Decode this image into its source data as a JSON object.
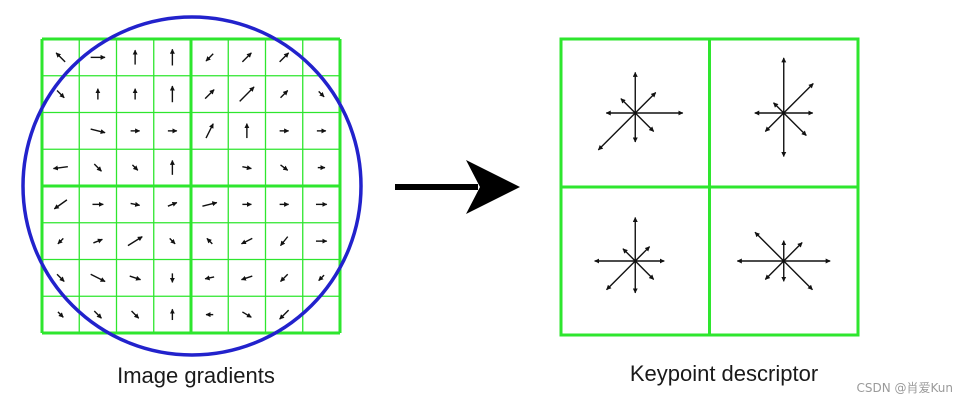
{
  "left_panel": {
    "caption": "Image gradients",
    "grid": {
      "cells": 8,
      "subregions": 2
    },
    "gradients": [
      [
        [
          -0.5,
          -0.5
        ],
        [
          0.8,
          0
        ],
        [
          0,
          -0.8
        ],
        [
          0,
          -0.9
        ],
        [
          -0.4,
          0.4
        ],
        [
          0.5,
          -0.5
        ],
        [
          0.5,
          -0.5
        ],
        [
          0,
          0
        ]
      ],
      [
        [
          0.4,
          0.4
        ],
        [
          0,
          -0.6
        ],
        [
          0,
          -0.6
        ],
        [
          0,
          -0.9
        ],
        [
          0.5,
          -0.5
        ],
        [
          0.8,
          -0.8
        ],
        [
          0.4,
          -0.4
        ],
        [
          0.3,
          0.3
        ]
      ],
      [
        [
          0,
          0
        ],
        [
          0.8,
          0.2
        ],
        [
          0.5,
          0
        ],
        [
          0.5,
          0
        ],
        [
          0.4,
          -0.8
        ],
        [
          0,
          -0.8
        ],
        [
          0.5,
          0
        ],
        [
          0.5,
          0
        ]
      ],
      [
        [
          -0.8,
          0.1
        ],
        [
          0.4,
          0.4
        ],
        [
          0.3,
          0.3
        ],
        [
          0,
          -0.8
        ],
        [
          0,
          0
        ],
        [
          0.5,
          0.1
        ],
        [
          0.4,
          0.3
        ],
        [
          0.4,
          0
        ]
      ],
      [
        [
          -0.7,
          0.5
        ],
        [
          0.6,
          0
        ],
        [
          0.5,
          0.1
        ],
        [
          0.5,
          -0.2
        ],
        [
          0.8,
          -0.2
        ],
        [
          0.5,
          0
        ],
        [
          0.5,
          0
        ],
        [
          0.6,
          0
        ]
      ],
      [
        [
          -0.3,
          0.3
        ],
        [
          0.5,
          -0.2
        ],
        [
          0.8,
          -0.5
        ],
        [
          0.3,
          0.3
        ],
        [
          -0.3,
          -0.3
        ],
        [
          -0.6,
          0.3
        ],
        [
          -0.4,
          0.5
        ],
        [
          0.6,
          0
        ]
      ],
      [
        [
          0.4,
          0.4
        ],
        [
          0.8,
          0.4
        ],
        [
          0.6,
          0.2
        ],
        [
          0,
          0.5
        ],
        [
          -0.5,
          0.1
        ],
        [
          -0.6,
          0.2
        ],
        [
          -0.4,
          0.4
        ],
        [
          -0.3,
          0.3
        ]
      ],
      [
        [
          0.3,
          0.3
        ],
        [
          0.4,
          0.4
        ],
        [
          0.4,
          0.4
        ],
        [
          0,
          -0.6
        ],
        [
          -0.4,
          0
        ],
        [
          0.5,
          0.3
        ],
        [
          -0.5,
          0.5
        ],
        [
          0,
          0
        ]
      ]
    ]
  },
  "transform_arrow": {
    "direction": "right"
  },
  "right_panel": {
    "caption": "Keypoint descriptor",
    "cells": [
      {
        "lengths": [
          0.82,
          0.5,
          0.7,
          0.35,
          0.5,
          0.9,
          0.5,
          0.45
        ]
      },
      {
        "lengths": [
          0.5,
          0.72,
          0.95,
          0.25,
          0.5,
          0.45,
          0.75,
          0.55
        ]
      },
      {
        "lengths": [
          0.5,
          0.35,
          0.75,
          0.3,
          0.7,
          0.7,
          0.55,
          0.45
        ]
      },
      {
        "lengths": [
          0.8,
          0.45,
          0.35,
          0.7,
          0.8,
          0.45,
          0.35,
          0.7
        ]
      }
    ]
  },
  "colors": {
    "grid_green": "#2ee62e",
    "circle_blue": "#2222cc",
    "arrow_black": "#111111",
    "background": "#ffffff"
  },
  "watermark": "CSDN @肖爱Kun"
}
